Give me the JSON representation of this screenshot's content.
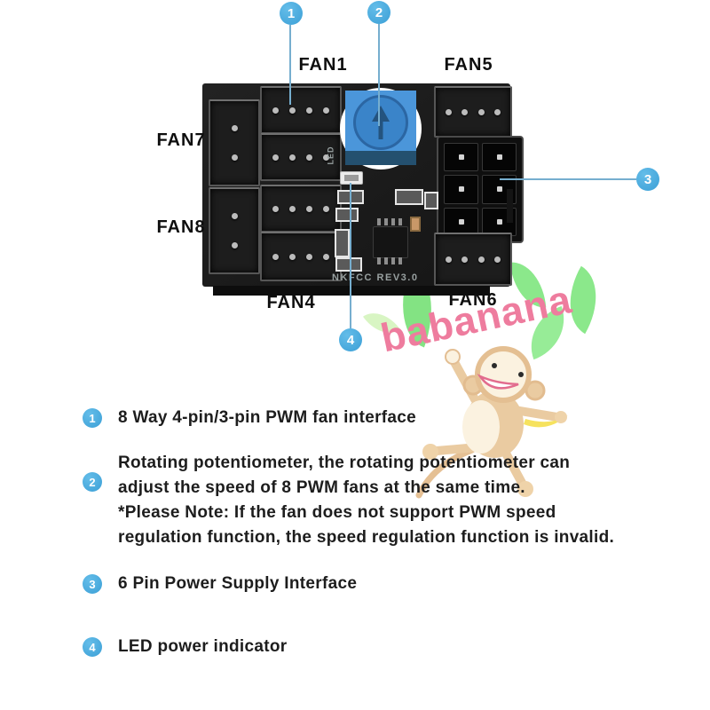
{
  "board": {
    "silkscreen": "NKFCC REV3.0",
    "led_silkscreen": "LED",
    "fan_labels": {
      "fan1": "FAN1",
      "fan5": "FAN5",
      "fan7": "FAN7",
      "fan8": "FAN8",
      "fan4": "FAN4",
      "fan6": "FAN6"
    }
  },
  "callouts": [
    {
      "number": "1",
      "target": "fan1-header"
    },
    {
      "number": "2",
      "target": "potentiometer"
    },
    {
      "number": "3",
      "target": "6-pin-power-connector"
    },
    {
      "number": "4",
      "target": "led-power-indicator"
    }
  ],
  "legend": [
    {
      "number": "1",
      "lines": [
        "8 Way 4-pin/3-pin PWM fan interface"
      ]
    },
    {
      "number": "2",
      "lines": [
        "Rotating potentiometer, the rotating potentiometer can",
        "adjust the speed of 8 PWM fans at the same time.",
        "*Please Note: If the fan does not support PWM speed",
        "regulation function, the speed regulation function is invalid."
      ]
    },
    {
      "number": "3",
      "lines": [
        "6 Pin Power Supply Interface"
      ]
    },
    {
      "number": "4",
      "lines": [
        "LED power indicator"
      ]
    }
  ],
  "watermark": {
    "brand": "babanana"
  },
  "colors": {
    "callout_blue": "#41A7DE",
    "leader_line": "#76AECF",
    "watermark_pink": "#EE7C9E",
    "leaf_green": "#8BE88B",
    "potentiometer_blue": "#4B96DA",
    "board_black": "#1A1A1A"
  }
}
